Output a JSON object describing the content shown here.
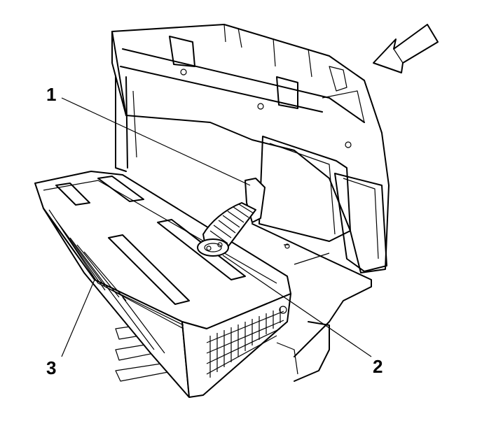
{
  "callouts": {
    "c1": "1",
    "c2": "2",
    "c3": "3"
  },
  "colors": {
    "ink": "#000000",
    "paper": "#ffffff"
  },
  "icons": {
    "direction": "arrow-icon"
  }
}
